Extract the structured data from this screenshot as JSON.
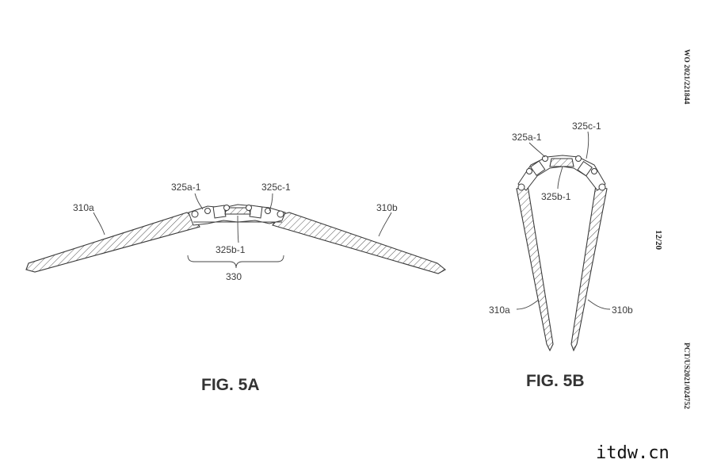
{
  "header": {
    "publication_number": "WO 2021/221844",
    "sheet_number": "12/20",
    "application_number": "PCT/US2021/024752"
  },
  "figure_5a": {
    "caption": "FIG. 5A",
    "labels": {
      "left_arm": "310a",
      "right_arm": "310b",
      "hinge_left": "325a-1",
      "hinge_center": "325b-1",
      "hinge_right": "325c-1",
      "hinge_assembly": "330"
    }
  },
  "figure_5b": {
    "caption": "FIG. 5B",
    "labels": {
      "left_arm": "310a",
      "right_arm": "310b",
      "hinge_left": "325a-1",
      "hinge_center": "325b-1",
      "hinge_right": "325c-1"
    }
  },
  "watermark": "itdw.cn"
}
